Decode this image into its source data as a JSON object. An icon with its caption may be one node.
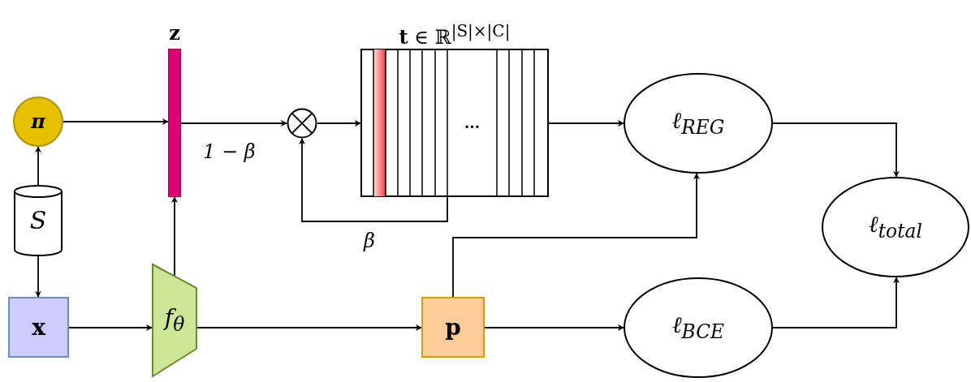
{
  "diagram": {
    "nodes": [
      {
        "text": [
          "**π**"
        ]
      },
      {
        "text": [
          "S"
        ]
      },
      {
        "text": [
          "x"
        ]
      },
      {
        "text": [
          "f$_{θ}$"
        ]
      },
      {
        "text": [
          "z"
        ]
      },
      {
        "text": [],
        "shape": "circle"
      },
      {
        "text": [
          "**t** ∈ ℝ$^{|S|×|C|}$",
          "..."
        ]
      },
      {
        "text": [
          "ℓ$_{REG}$"
        ]
      },
      {
        "text": [
          "p"
        ]
      },
      {
        "text": [
          "ℓ$_{BCE}$"
        ]
      },
      {
        "text": [
          "ℓ$_{total}$"
        ]
      }
    ],
    "edges": [
      {
        "from": 1,
        "to": 0,
        "arrow": "to"
      },
      {
        "from": 1,
        "to": 2,
        "arrow": "to"
      },
      {
        "from": 2,
        "to": 3,
        "arrow": "to"
      },
      {
        "from": 3,
        "to": 4,
        "arrow": "to"
      },
      {
        "from": 0,
        "to": 4,
        "arrow": "to"
      },
      {
        "from": 4,
        "to": 5,
        "arrow": "to",
        "label": "1 − β"
      },
      {
        "from": 5,
        "to": 6,
        "arrow": "to"
      },
      {
        "from": 6,
        "to": 5,
        "arrow": "to",
        "label": "β"
      },
      {
        "from": 6,
        "to": 7,
        "arrow": "to"
      },
      {
        "from": 3,
        "to": 8,
        "arrow": "to"
      },
      {
        "from": 8,
        "to": 7,
        "arrow": "to"
      },
      {
        "from": 8,
        "to": 9,
        "arrow": "to"
      },
      {
        "from": 7,
        "to": 10,
        "arrow": "to"
      },
      {
        "from": 9,
        "to": 10,
        "arrow": "to"
      }
    ]
  }
}
